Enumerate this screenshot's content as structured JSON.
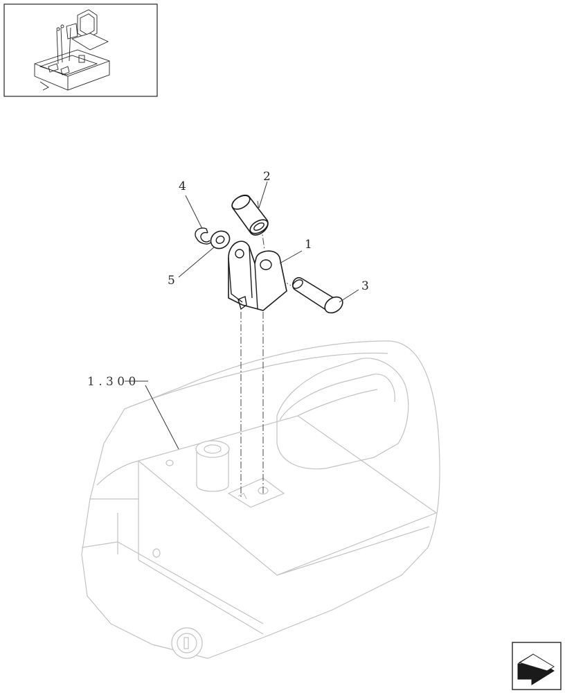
{
  "callouts": [
    {
      "id": "1",
      "label": "1"
    },
    {
      "id": "2",
      "label": "2"
    },
    {
      "id": "3",
      "label": "3"
    },
    {
      "id": "4",
      "label": "4"
    },
    {
      "id": "5",
      "label": "5"
    }
  ],
  "reference": {
    "label": "1 . 3 0 0"
  },
  "icons": {
    "thumbnail": "machine-seat-console-thumbnail-icon",
    "nav": "next-page-arrow-icon"
  }
}
